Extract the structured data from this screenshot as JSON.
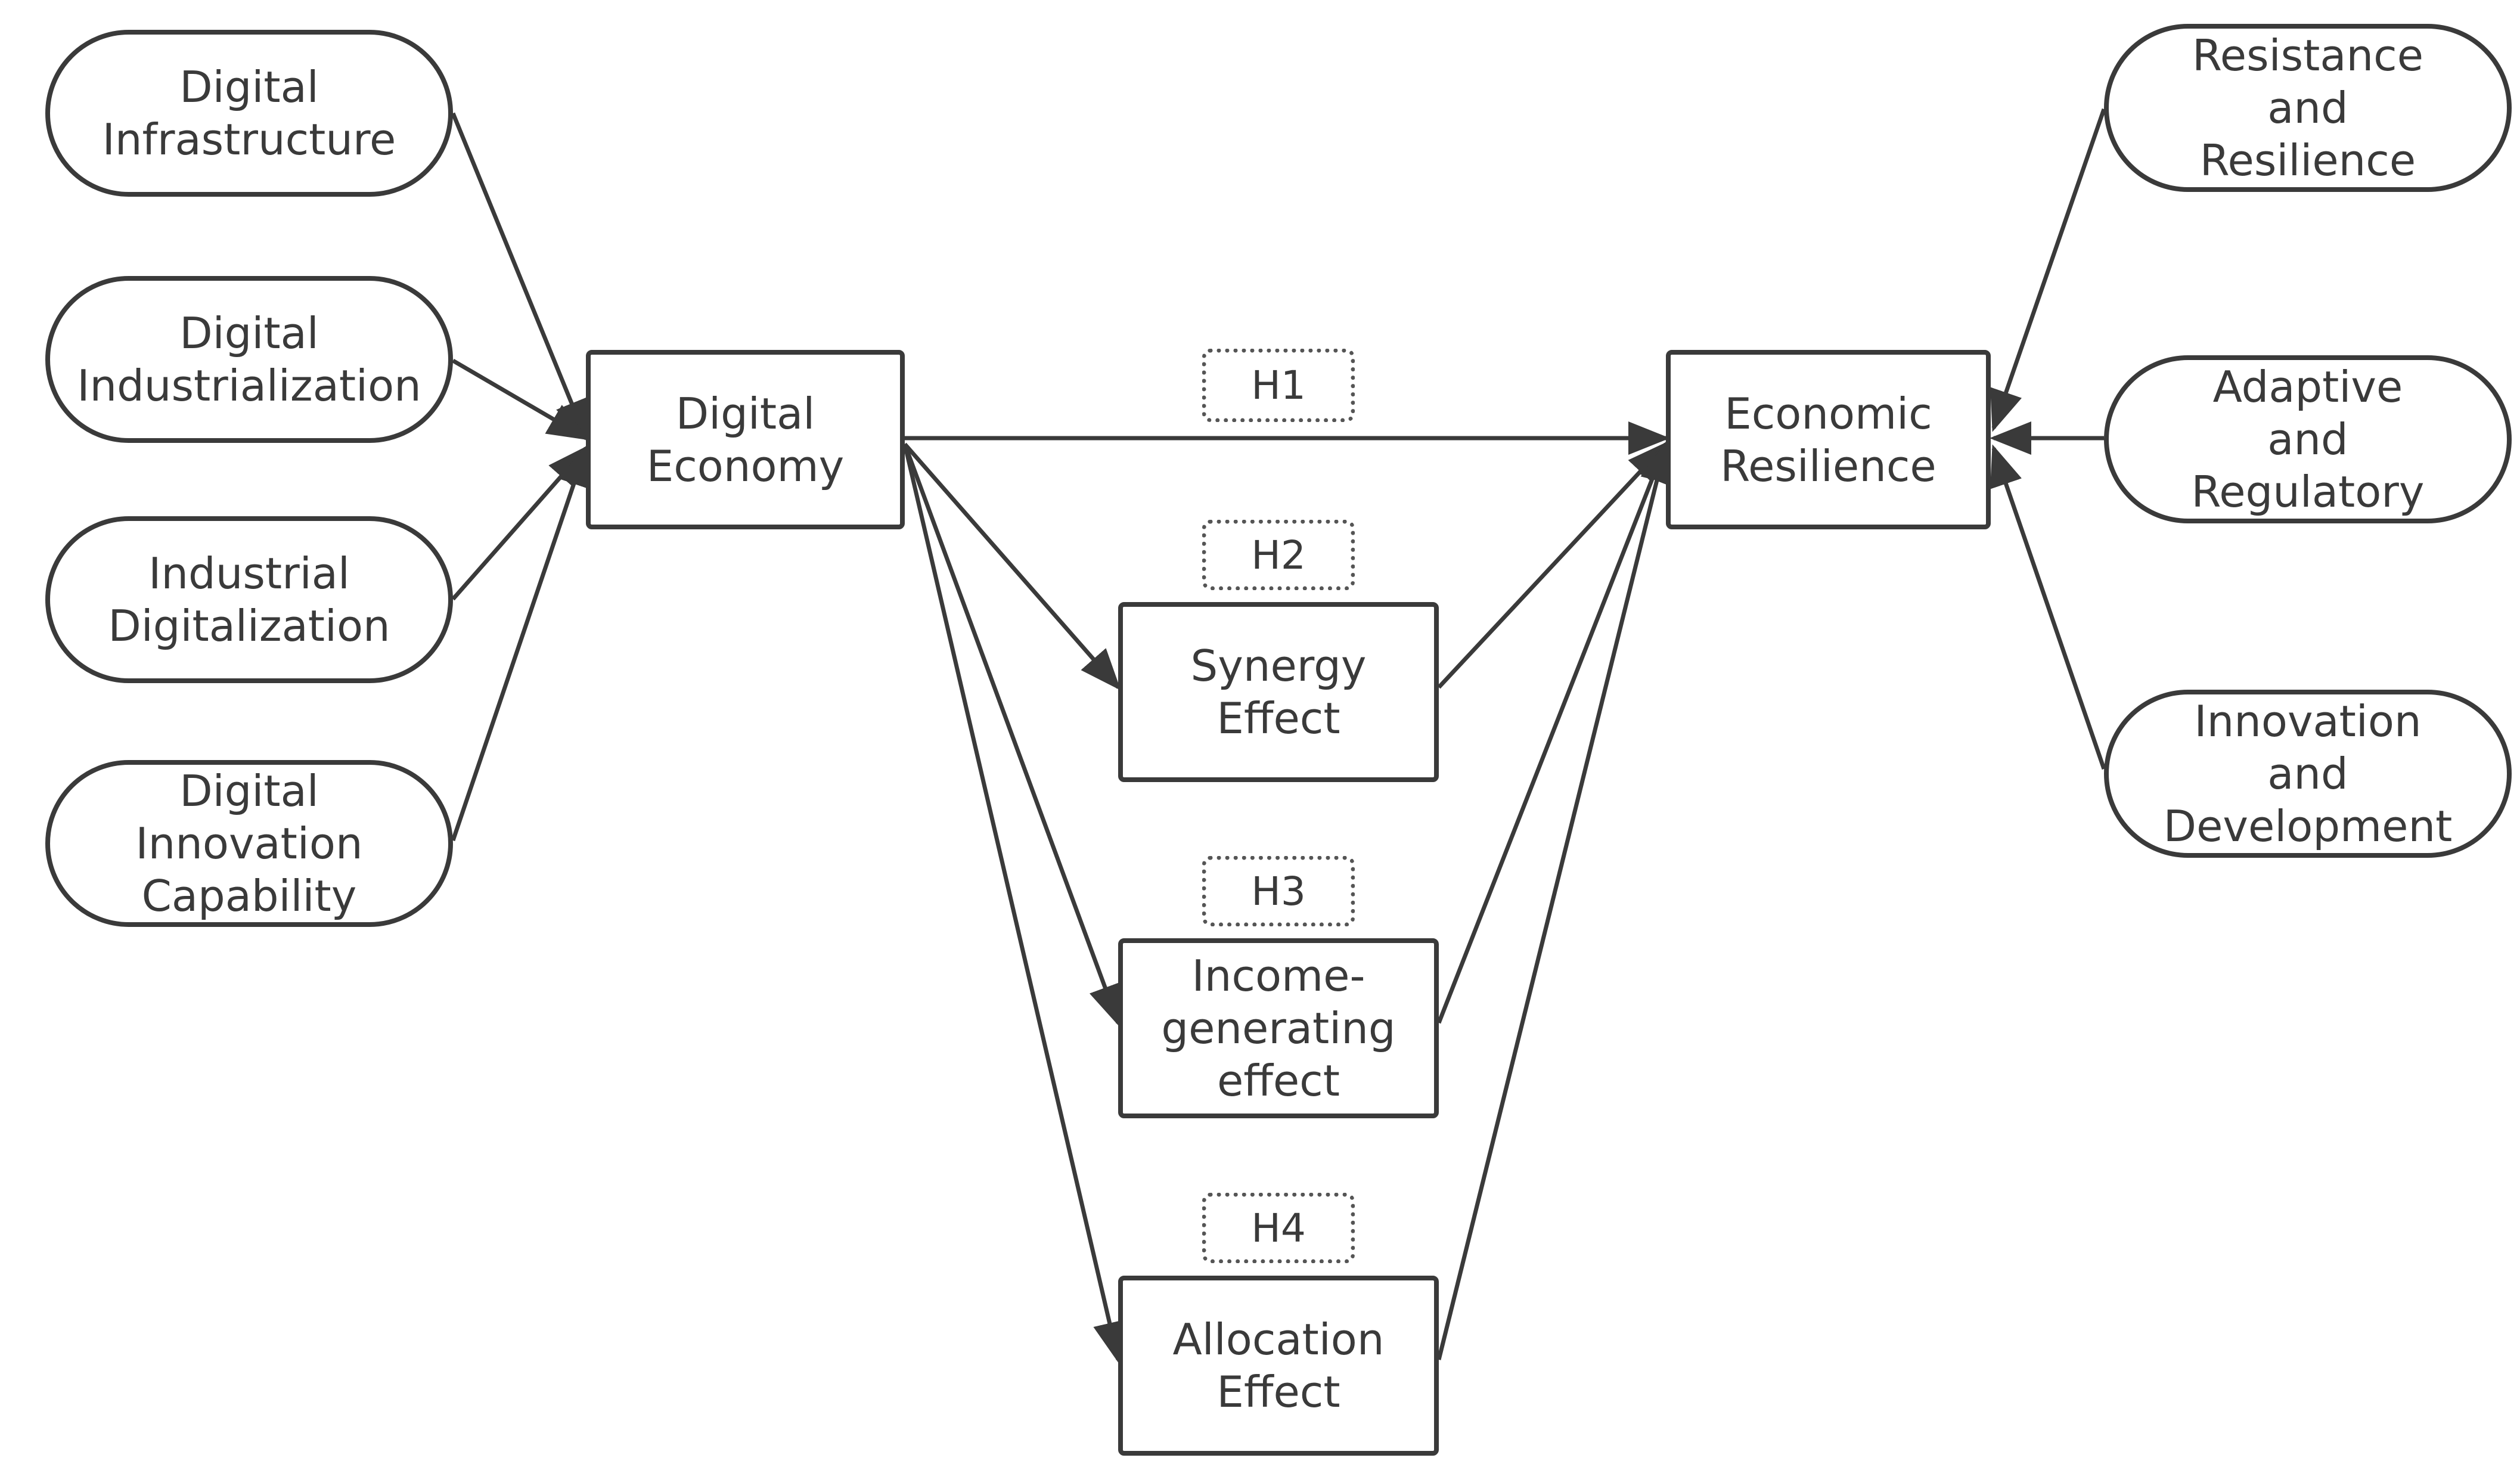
{
  "nodes": {
    "digital_infrastructure": "Digital\nInfrastructure",
    "digital_industrialization": "Digital\nIndustrialization",
    "industrial_digitalization": "Industrial\nDigitalization",
    "digital_innovation_capability": "Digital\nInnovation\nCapability",
    "digital_economy": "Digital\nEconomy",
    "synergy_effect": "Synergy\nEffect",
    "income_generating_effect": "Income-\ngenerating\neffect",
    "allocation_effect": "Allocation\nEffect",
    "economic_resilience": "Economic\nResilience",
    "resistance_and_resilience": "Resistance\nand\nResilience",
    "adaptive_and_regulatory": "Adaptive\nand\nRegulatory",
    "innovation_and_development": "Innovation\nand\nDevelopment"
  },
  "hypotheses": {
    "h1": "H1",
    "h2": "H2",
    "h3": "H3",
    "h4": "H4"
  },
  "colors": {
    "stroke": "#3a3a3a",
    "background": "#ffffff"
  }
}
